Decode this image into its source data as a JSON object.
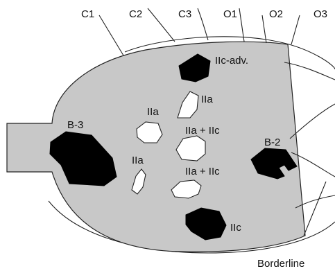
{
  "colors": {
    "stomach_fill": "#c8c8c8",
    "dark_lesion": "#000000",
    "light_lesion": "#ffffff",
    "outline": "#222222"
  },
  "zones": [
    "C1",
    "C2",
    "C3",
    "O1",
    "O2",
    "O3"
  ],
  "lesions": {
    "iic_adv": "IIc-adv.",
    "iia_upper": "IIa",
    "iia_left_upper": "IIa",
    "iia_iic_upper": "IIa + IIc",
    "iia_left_lower": "IIa",
    "iia_iic_lower": "IIa + IIc",
    "b3": "B-3",
    "b2": "B-2",
    "iic": "IIc"
  },
  "borderline_label": "Borderline"
}
